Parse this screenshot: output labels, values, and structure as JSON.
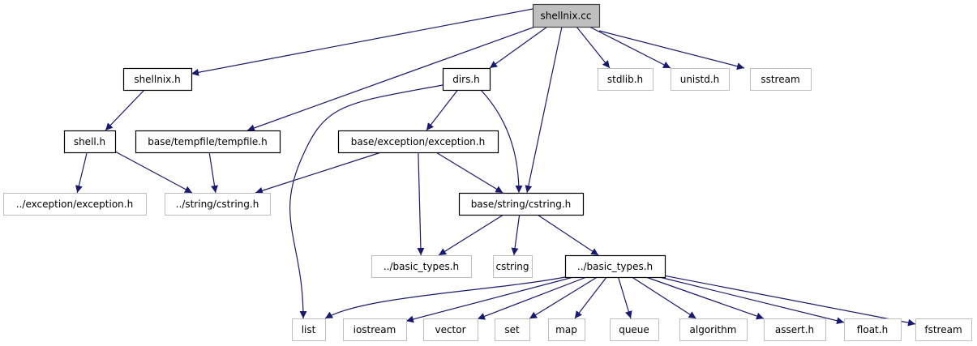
{
  "graph": {
    "edge_color": "#191970",
    "focus_fill": "#bfbfbf",
    "external_border": "#bfbfbf",
    "documented_border": "#000000",
    "nodes": [
      {
        "id": "cc",
        "label": "shellnix.cc",
        "kind": "focus"
      },
      {
        "id": "shellnixh",
        "label": "shellnix.h",
        "kind": "documented"
      },
      {
        "id": "dirs",
        "label": "dirs.h",
        "kind": "documented"
      },
      {
        "id": "stdlib",
        "label": "stdlib.h",
        "kind": "external"
      },
      {
        "id": "unistd",
        "label": "unistd.h",
        "kind": "external"
      },
      {
        "id": "sstream",
        "label": "sstream",
        "kind": "external"
      },
      {
        "id": "shell",
        "label": "shell.h",
        "kind": "documented"
      },
      {
        "id": "tempfile",
        "label": "base/tempfile/tempfile.h",
        "kind": "documented"
      },
      {
        "id": "exception",
        "label": "base/exception/exception.h",
        "kind": "documented"
      },
      {
        "id": "relexc",
        "label": "../exception/exception.h",
        "kind": "external"
      },
      {
        "id": "relcstr",
        "label": "../string/cstring.h",
        "kind": "external"
      },
      {
        "id": "basecstr",
        "label": "base/string/cstring.h",
        "kind": "documented"
      },
      {
        "id": "bt1",
        "label": "../basic_types.h",
        "kind": "external"
      },
      {
        "id": "cstring",
        "label": "cstring",
        "kind": "external"
      },
      {
        "id": "bt2",
        "label": "../basic_types.h",
        "kind": "documented"
      },
      {
        "id": "list",
        "label": "list",
        "kind": "external"
      },
      {
        "id": "iostream",
        "label": "iostream",
        "kind": "external"
      },
      {
        "id": "vector",
        "label": "vector",
        "kind": "external"
      },
      {
        "id": "set",
        "label": "set",
        "kind": "external"
      },
      {
        "id": "map",
        "label": "map",
        "kind": "external"
      },
      {
        "id": "queue",
        "label": "queue",
        "kind": "external"
      },
      {
        "id": "algorithm",
        "label": "algorithm",
        "kind": "external"
      },
      {
        "id": "assert",
        "label": "assert.h",
        "kind": "external"
      },
      {
        "id": "float",
        "label": "float.h",
        "kind": "external"
      },
      {
        "id": "fstream",
        "label": "fstream",
        "kind": "external"
      }
    ],
    "edges": [
      [
        "cc",
        "shellnixh"
      ],
      [
        "cc",
        "tempfile"
      ],
      [
        "cc",
        "dirs"
      ],
      [
        "cc",
        "basecstr"
      ],
      [
        "cc",
        "stdlib"
      ],
      [
        "cc",
        "unistd"
      ],
      [
        "cc",
        "sstream"
      ],
      [
        "shellnixh",
        "shell"
      ],
      [
        "shell",
        "relexc"
      ],
      [
        "shell",
        "relcstr"
      ],
      [
        "tempfile",
        "relcstr"
      ],
      [
        "dirs",
        "exception"
      ],
      [
        "dirs",
        "basecstr"
      ],
      [
        "dirs",
        "list"
      ],
      [
        "exception",
        "relcstr"
      ],
      [
        "exception",
        "basecstr"
      ],
      [
        "exception",
        "bt1"
      ],
      [
        "basecstr",
        "bt1"
      ],
      [
        "basecstr",
        "cstring"
      ],
      [
        "basecstr",
        "bt2"
      ],
      [
        "bt2",
        "list"
      ],
      [
        "bt2",
        "iostream"
      ],
      [
        "bt2",
        "vector"
      ],
      [
        "bt2",
        "set"
      ],
      [
        "bt2",
        "map"
      ],
      [
        "bt2",
        "queue"
      ],
      [
        "bt2",
        "algorithm"
      ],
      [
        "bt2",
        "assert"
      ],
      [
        "bt2",
        "float"
      ],
      [
        "bt2",
        "fstream"
      ]
    ]
  }
}
